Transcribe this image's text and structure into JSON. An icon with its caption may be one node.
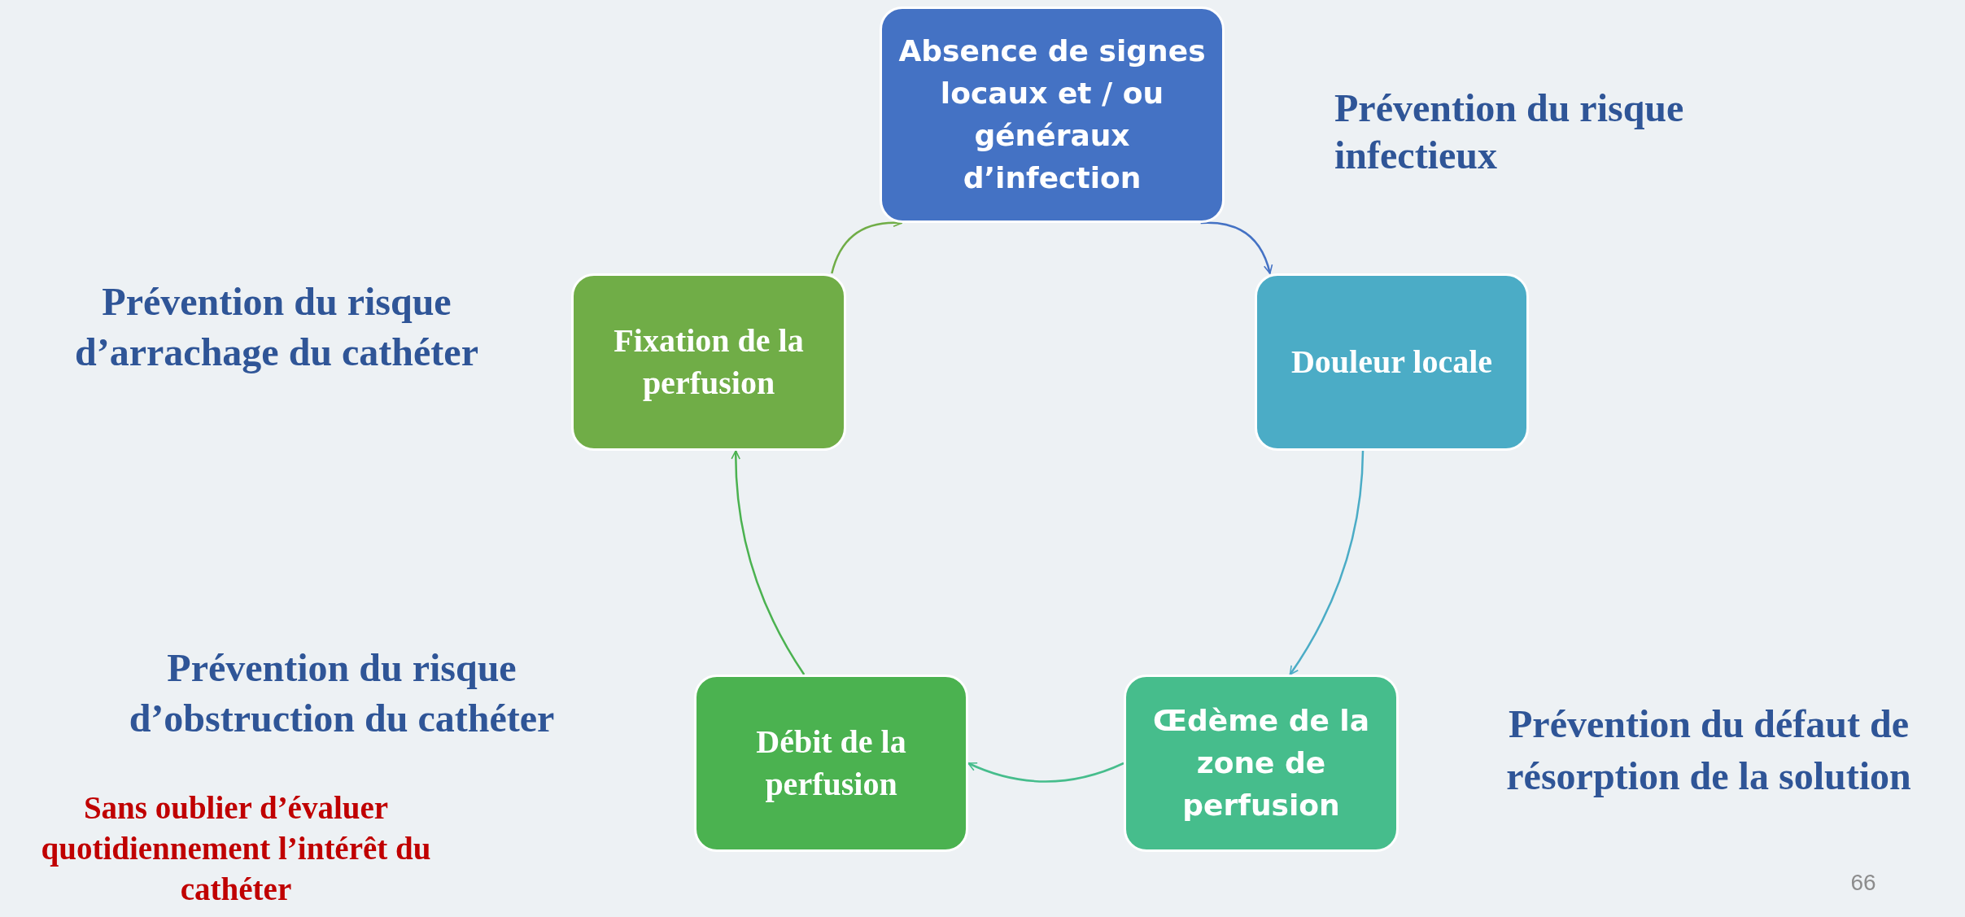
{
  "diagram": {
    "nodes": [
      {
        "text": [
          "Absence de signes locaux et / ou généraux d’infection"
        ]
      },
      {
        "text": [
          "Douleur locale"
        ]
      },
      {
        "text": [
          "Œdème de la zone de perfusion"
        ]
      },
      {
        "text": [
          "Débit de la perfusion"
        ]
      },
      {
        "text": [
          "Fixation de la perfusion"
        ]
      }
    ],
    "edges": [
      {
        "from": 0,
        "to": 1,
        "arrow": "to",
        "color": "#4472c4"
      },
      {
        "from": 1,
        "to": 2,
        "arrow": "to",
        "color": "#4bacc6"
      },
      {
        "from": 2,
        "to": 3,
        "arrow": "to",
        "color": "#46bd8c"
      },
      {
        "from": 3,
        "to": 4,
        "arrow": "to",
        "color": "#4bb250"
      },
      {
        "from": 4,
        "to": 0,
        "arrow": "to",
        "color": "#70ad47"
      }
    ],
    "labels": [
      "Prévention du risque infectieux",
      "Prévention du risque d’arrachage du cathéter",
      "Prévention du risque d’obstruction du cathéter",
      "Prévention du défaut de résorption de la solution",
      "Sans oublier d’évaluer quotidiennement l’intérêt du cathéter",
      "66"
    ]
  }
}
